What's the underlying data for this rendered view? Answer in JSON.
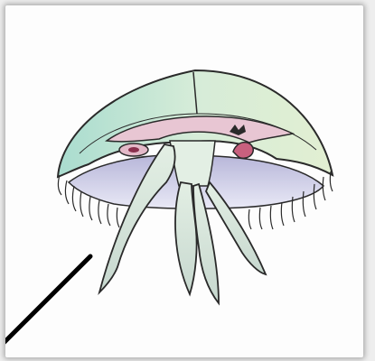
{
  "figure": {
    "subject": "jellyfish-anatomy",
    "colors": {
      "bell": "#cfe9d6",
      "bell_edge_teal": "#a9dccf",
      "stomach": "#e8c6d3",
      "gonad": "#c8607e",
      "subumbrella": "#cfd0ec",
      "oral_arm": "#d7e9dc",
      "outline": "#2a2a2a",
      "pointer": "#000000"
    },
    "pointer": {
      "style": "thick black line",
      "points_to": "oral-arm"
    }
  }
}
